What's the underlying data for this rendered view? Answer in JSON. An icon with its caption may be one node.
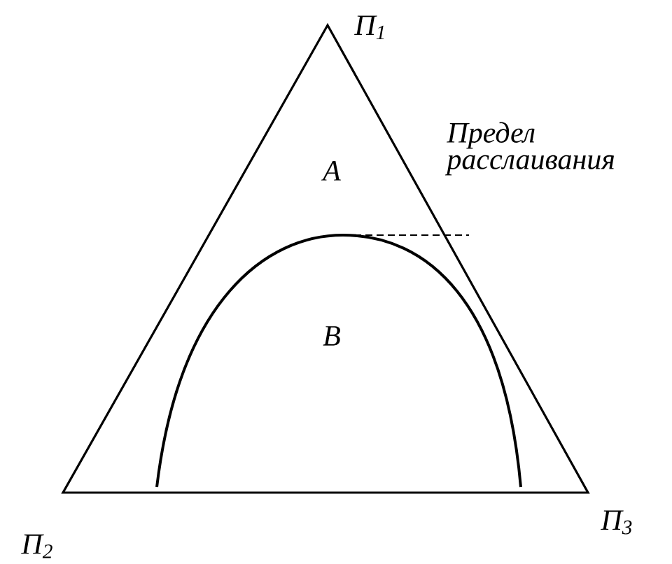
{
  "diagram": {
    "labels": [
      "П$_{1}$",
      "A",
      "Предел расслаивания",
      "B",
      "П$_{2}$",
      "П$_{3}$"
    ]
  }
}
